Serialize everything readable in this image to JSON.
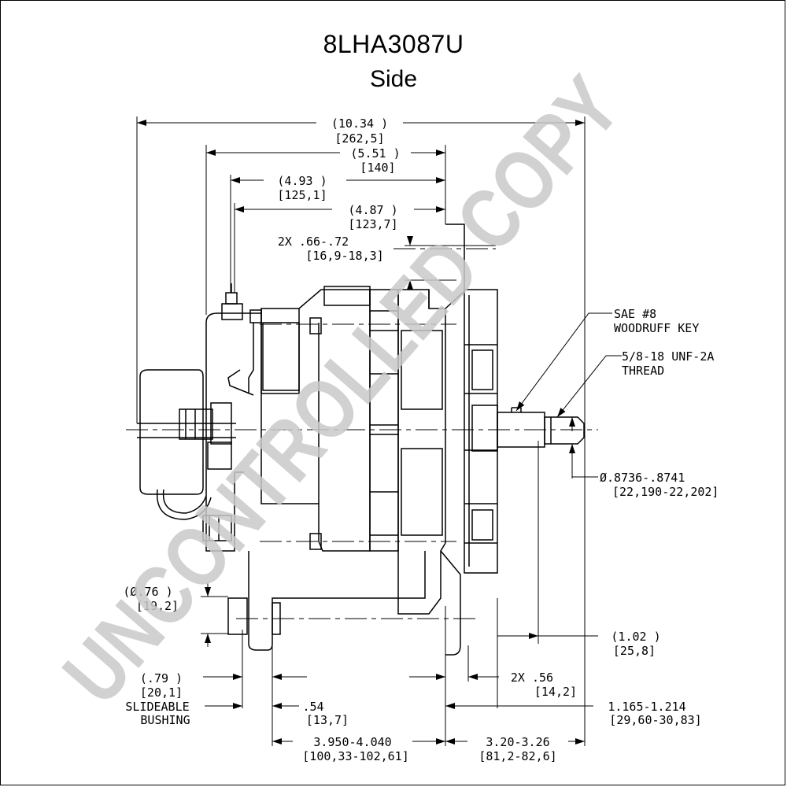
{
  "title": "8LHA3087U",
  "subtitle": "Side",
  "watermark": "UNCONTROLLED COPY",
  "dimensions": {
    "overall": [
      "(10.34  )",
      "[262,5]"
    ],
    "d551": [
      "(5.51  )",
      "[140]"
    ],
    "d493": [
      "(4.93    )",
      "[125,1]"
    ],
    "d487": [
      "(4.87    )",
      "[123,7]"
    ],
    "pulley_width": [
      "2X .66-.72",
      "[16,9-18,3]"
    ],
    "bushing_dia": [
      "(Ø.76    )",
      "[19,2]"
    ],
    "d079": [
      "(.79    )",
      "[20,1]"
    ],
    "slideable_bushing": [
      "SLIDEABLE",
      "BUSHING"
    ],
    "d054": [
      ".54",
      "[13,7]"
    ],
    "d3950": [
      "3.950-4.040",
      "[100,33-102,61]"
    ],
    "d320": [
      "3.20-3.26",
      "[81,2-82,6]"
    ],
    "d056": [
      "2X .56",
      "[14,2]"
    ],
    "d1165": [
      "1.165-1.214",
      "[29,60-30,83]"
    ],
    "d102": [
      "(1.02    )",
      "[25,8]"
    ],
    "woodruff": [
      "SAE #8",
      "WOODRUFF KEY"
    ],
    "thread": [
      "5/8-18 UNF-2A",
      "THREAD"
    ],
    "shaft_dia": [
      "Ø.8736-.8741",
      "[22,190-22,202]"
    ]
  }
}
